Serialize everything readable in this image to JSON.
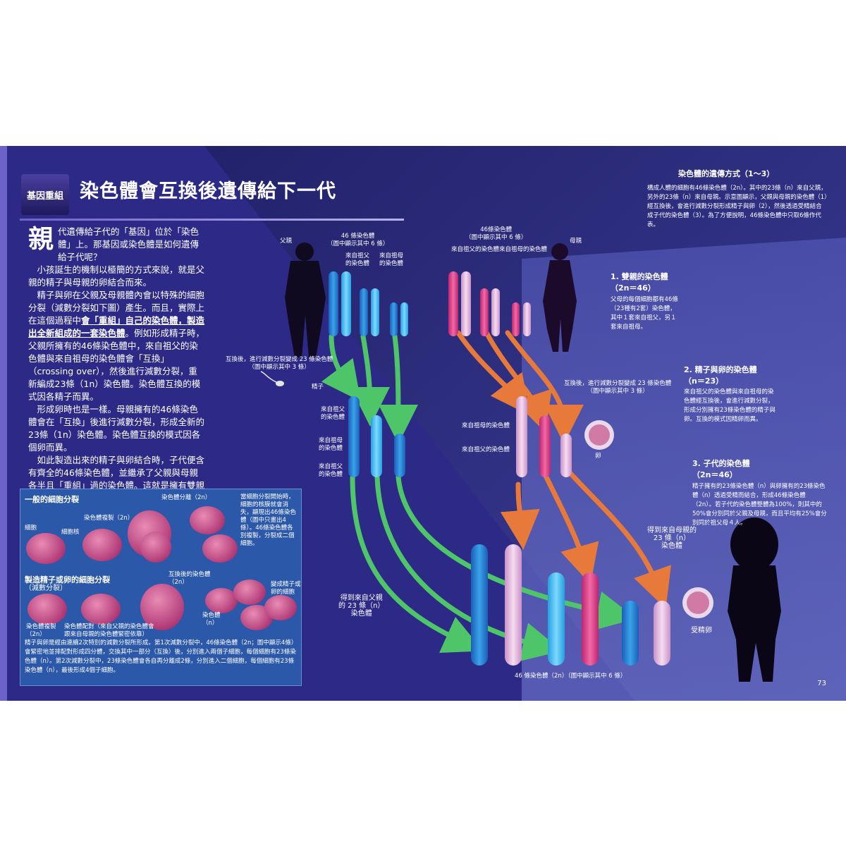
{
  "tag": "基因重組",
  "title": "染色體會互換後遺傳給下一代",
  "body": {
    "dropcap": "親",
    "p1": "代遺傳給子代的「基因」位於「染色體」上。那基因或染色體是如何遺傳給子代呢？",
    "p2": "小孩誕生的機制以極簡的方式來說，就是父親的精子與母親的卵結合而來。",
    "p3a": "精子與卵在父親及母親體內會以特殊的細胞分裂（減數分裂如下圖）產生。而且，實際上在這個過程中",
    "p3b": "會「重組」自己的染色體，製造出全新組成的一套染色體",
    "p3c": "。例如形成精子時，父親所擁有的46條染色體中，來自祖父的染色體與來自祖母的染色體會「互換」（crossing over），然後進行減數分裂，重新編成23條（1n）染色體。染色體互換的模式因各精子而異。",
    "p4": "形成卵時也是一樣。母親擁有的46條染色體會在「互換」後進行減數分裂，形成全新的23條（1n）染色體。染色體互換的模式因各個卵而異。",
    "p5": "如此製造出來的精子與卵結合時，子代便含有齊全的46條染色體，並繼承了父親與母親各半且「重組」過的染色體。這就是擁有雙親局部特徵的小孩誕生機制。"
  },
  "inset": {
    "h1": "一般的細胞分裂",
    "cell": "細胞",
    "nucleus": "細胞核",
    "dup": "染色體複製（2n）",
    "sep": "染色體分離（2n）",
    "note": "當細胞分裂開始時，細胞的核膜就會消失，顯現出46條染色體（圖中只畫出4條）。46條染色體各別複製，分裂成二個細胞。",
    "h2": "製造精子或卵的細胞分裂",
    "h2sub": "（減數分裂）",
    "dup2": "染色體複製\n（2n）",
    "pair": "染色體配對（來自父親的染色體會\n跟來自母親的染色體緊密依靠）",
    "swap": "互換後的染色體\n（2n）",
    "chr": "染色體\n（n）",
    "become": "變成精子或\n卵的細胞",
    "caption": "精子與卵是經由連續2次特別的減數分裂所形成。第1次減數分裂中，46條染色體（2n；圖中顯示4條）會緊密地並排配對形成四分體，交換其中一部分（互換）後，分別進入兩個子細胞，每個細胞有23條染色體（n）。第2次減數分裂中，23條染色體會各自再分離成2條，分別進入二個細胞，每個細胞有23條染色體（n），最後形成4個子細胞。"
  },
  "diagram": {
    "father": "父親",
    "mother": "母親",
    "f46": "46 條染色體\n（圖中顯示其中 6 條）",
    "m46": "46條染色體\n（圖中顯示其中 6 條）",
    "fromGF": "來自祖父\n的染色體",
    "fromGM": "來自祖母\n的染色體",
    "mFromGF": "來自祖父的染色體",
    "mFromGM": "來自祖母的染色體",
    "fAfter": "互換後，進行減數分裂變成 23 條染色體\n（圖中顯示其中 3 條）",
    "mAfter": "互換後，進行減數分裂變成 23 條染色體\n（圖中顯示其中 3 條）",
    "sperm": "精子",
    "spGF1": "來自祖父\n的染色體",
    "spGM": "來自祖母\n的染色體",
    "spGF2": "來自祖父\n的染色體",
    "egGM": "來自祖母的染色體",
    "egGF": "來自祖父的染色體",
    "egg": "卵",
    "fromFather": "得到來自父親\n的 23 條（n）\n染色體",
    "fromMother": "得到來自母親的\n23 條（n）\n染色體",
    "fertilized": "受精卵",
    "child46": "46 條染色體（2n）（圖中顯示其中 6 條）"
  },
  "side": {
    "head": "染色體的遺傳方式（1～3）",
    "intro": "構成人體的細胞有46條染色體（2n）。其中的23條（n）來自父親，另外的23條（n）來自母親。示意圖顯示，父親與母親的染色體（1）經互換後，會進行減數分裂形成精子與卵（2），然後透過受精結合成子代的染色體（3）。為了方便說明，46條染色體中只取6條作代表。",
    "s1h": "1. 雙親的染色體\n（2n＝46）",
    "s1t": "父母的每個細胞都有46條\n（23種有2套）染色體，\n其中１套來自祖父，另１\n套來自祖母。",
    "s2h": "2. 精子與卵的染色體\n（n＝23）",
    "s2t": "來自祖父的染色體與來自祖母的染\n色體經互換後，會進行減數分裂，\n形成分別擁有23條染色體的精子與\n卵。互換的模式因精卵而異。",
    "s3h": "3. 子代的染色體\n（2n＝46）",
    "s3t": "精子擁有的23條染色體（n）與卵擁有的23條染色體（n）透過受精而結合，形成46條染色體（2n）。若子代的染色體整體為100%，則其中的50%會分別同於父親及母親，而且平均有25%會分別同於祖父母４人。"
  },
  "page_number": "73"
}
